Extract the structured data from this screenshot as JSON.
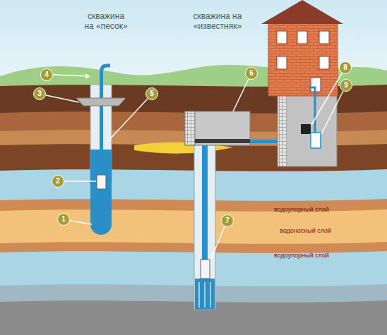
{
  "diagram": {
    "labels": [
      "скважина на «песок»",
      "скважина на «известняк»",
      "4",
      "6",
      "8",
      "3",
      "5",
      "9",
      "2",
      "1",
      "7",
      "водоупорный слой",
      "водоносный слой",
      "водоупорный слой"
    ]
  }
}
